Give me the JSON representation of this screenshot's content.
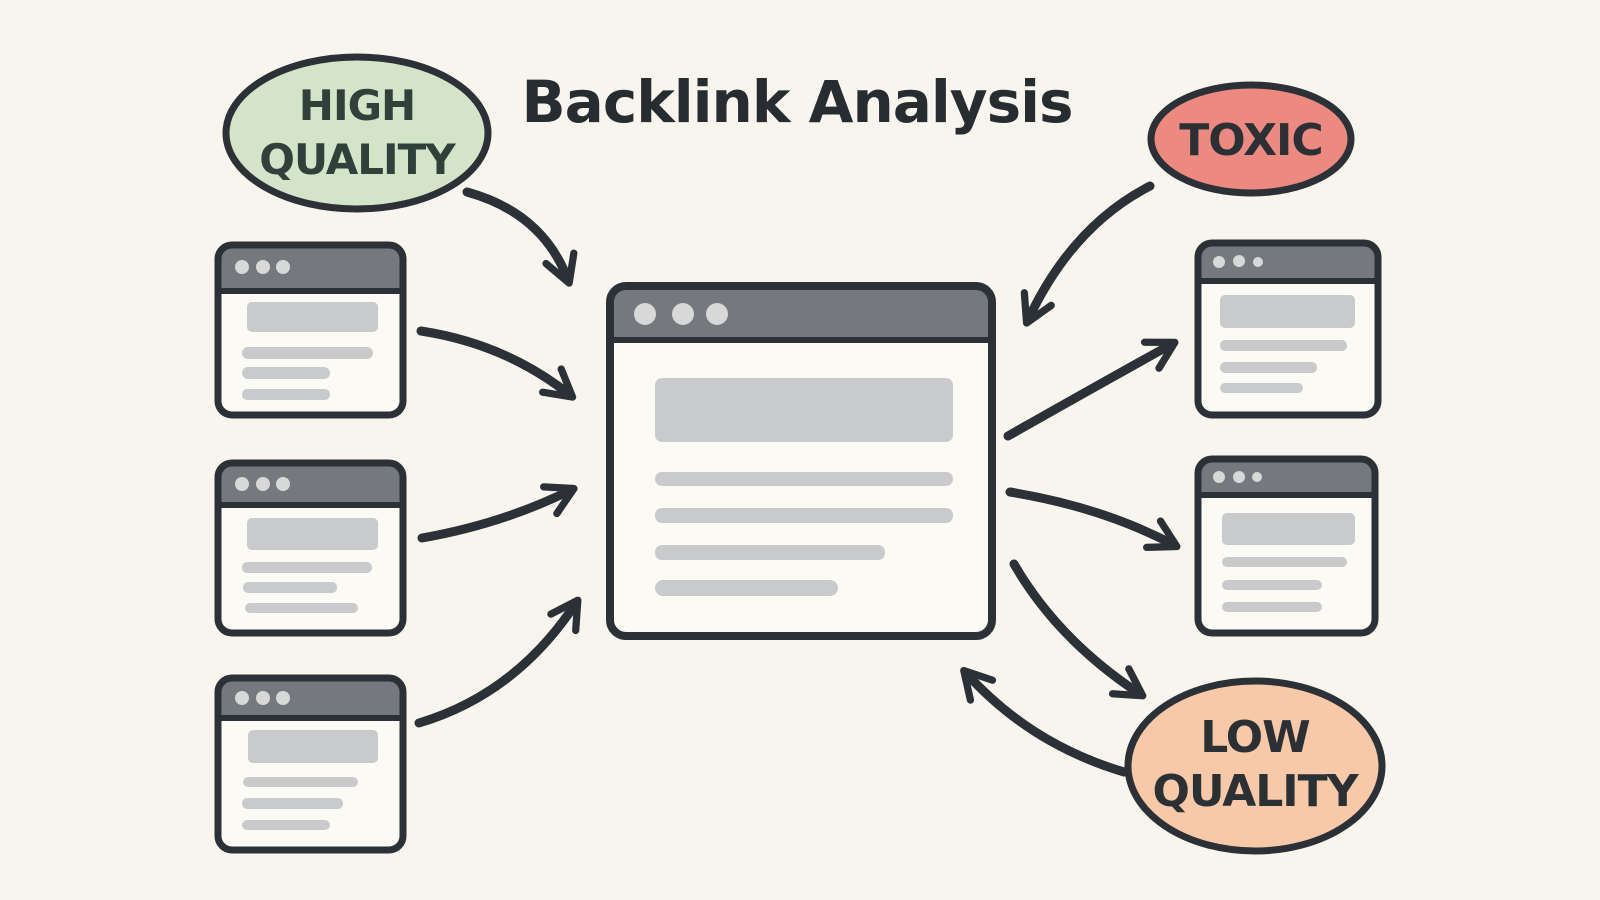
{
  "title": "Backlink Analysis",
  "nodes": {
    "high_quality": {
      "line1": "HIGH",
      "line2": "QUALITY",
      "fill": "#d3e4c9",
      "text_color": "#30403a"
    },
    "toxic": {
      "label": "TOXIC",
      "fill": "#ec8a82",
      "text_color": "#2b3034"
    },
    "low_quality": {
      "line1": "LOW",
      "line2": "QUALITY",
      "fill": "#f8c9a8",
      "text_color": "#2b3034"
    }
  },
  "colors": {
    "background": "#f8f5ee",
    "outline": "#2b3136",
    "titlebar_gray": "#75797e",
    "window_body": "#fbfaf5",
    "content_gray": "#c8cacc",
    "dot_light": "#d7d8d7",
    "title_text": "#272c31"
  }
}
